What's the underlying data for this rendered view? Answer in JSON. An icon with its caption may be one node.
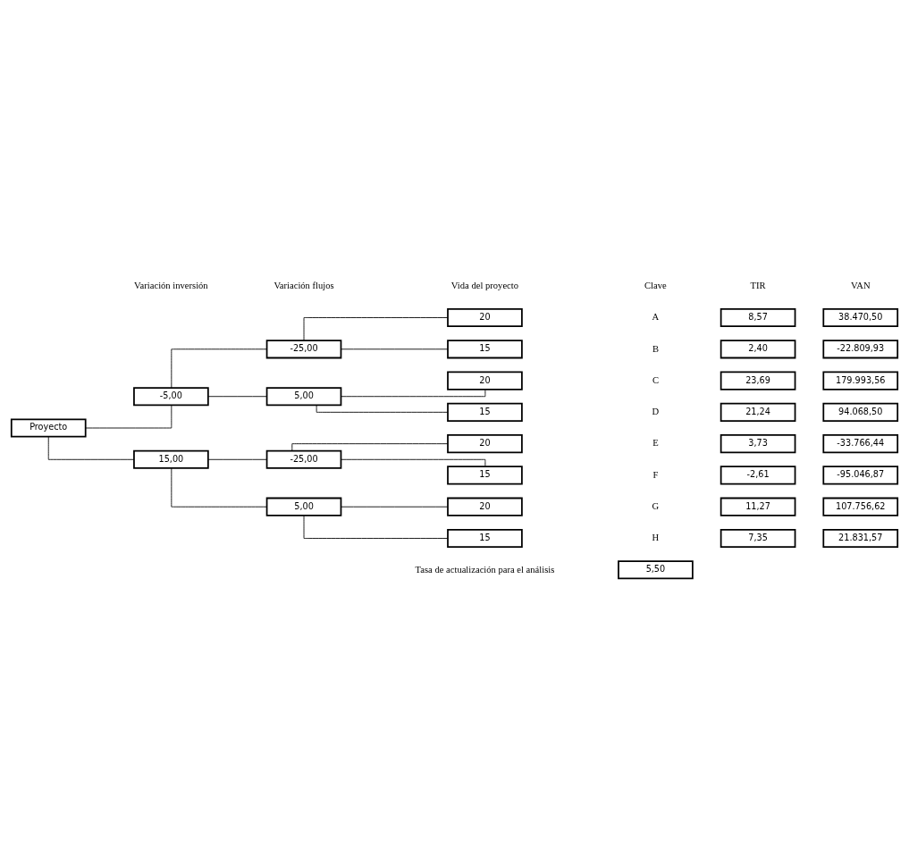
{
  "diagram": {
    "nodes": [
      {
        "text": [
          "5,50"
        ]
      },
      {
        "text": [
          "Proyecto"
        ]
      },
      {
        "text": [
          "-5,00"
        ]
      },
      {
        "text": [
          "-25,00"
        ]
      },
      {
        "text": [
          "20"
        ]
      },
      {
        "text": [
          "15"
        ]
      },
      {
        "text": [
          "5,00"
        ]
      },
      {
        "text": [
          "20"
        ]
      },
      {
        "text": [
          "15"
        ]
      },
      {
        "text": [
          "15,00"
        ]
      },
      {
        "text": [
          "-25,00"
        ]
      },
      {
        "text": [
          "20"
        ]
      },
      {
        "text": [
          "15"
        ]
      },
      {
        "text": [
          "5,00"
        ]
      },
      {
        "text": [
          "20"
        ]
      },
      {
        "text": [
          "15"
        ]
      },
      {
        "text": [
          "8,57"
        ]
      },
      {
        "text": [
          "38.470,50"
        ]
      },
      {
        "text": [
          "2,40"
        ]
      },
      {
        "text": [
          "-22.809,93"
        ]
      },
      {
        "text": [
          "23,69"
        ]
      },
      {
        "text": [
          "179.993,56"
        ]
      },
      {
        "text": [
          "21,24"
        ]
      },
      {
        "text": [
          "94.068,50"
        ]
      },
      {
        "text": [
          "3,73"
        ]
      },
      {
        "text": [
          "-33.766,44"
        ]
      },
      {
        "text": [
          "-2,61"
        ]
      },
      {
        "text": [
          "-95.046,87"
        ]
      },
      {
        "text": [
          "11,27"
        ]
      },
      {
        "text": [
          "107.756,62"
        ]
      },
      {
        "text": [
          "7,35"
        ]
      },
      {
        "text": [
          "21.831,57"
        ]
      }
    ],
    "edges": [
      {
        "from": 1,
        "to": 2,
        "arrow": "none"
      },
      {
        "from": 1,
        "to": 9,
        "arrow": "none"
      },
      {
        "from": 2,
        "to": 3,
        "arrow": "none"
      },
      {
        "from": 2,
        "to": 6,
        "arrow": "none"
      },
      {
        "from": 3,
        "to": 4,
        "arrow": "none"
      },
      {
        "from": 3,
        "to": 5,
        "arrow": "none"
      },
      {
        "from": 6,
        "to": 7,
        "arrow": "none"
      },
      {
        "from": 6,
        "to": 8,
        "arrow": "none"
      },
      {
        "from": 9,
        "to": 10,
        "arrow": "none"
      },
      {
        "from": 9,
        "to": 13,
        "arrow": "none"
      },
      {
        "from": 10,
        "to": 11,
        "arrow": "none"
      },
      {
        "from": 10,
        "to": 12,
        "arrow": "none"
      },
      {
        "from": 13,
        "to": 14,
        "arrow": "none"
      },
      {
        "from": 13,
        "to": 15,
        "arrow": "none"
      }
    ],
    "labels": [
      "Tasa de actualización para el análisis",
      "Variación inversión",
      "Variación flujos",
      "Vida del proyecto",
      "Clave",
      "TIR",
      "VAN",
      "A",
      "B",
      "C",
      "D",
      "E",
      "F",
      "G",
      "H"
    ]
  }
}
